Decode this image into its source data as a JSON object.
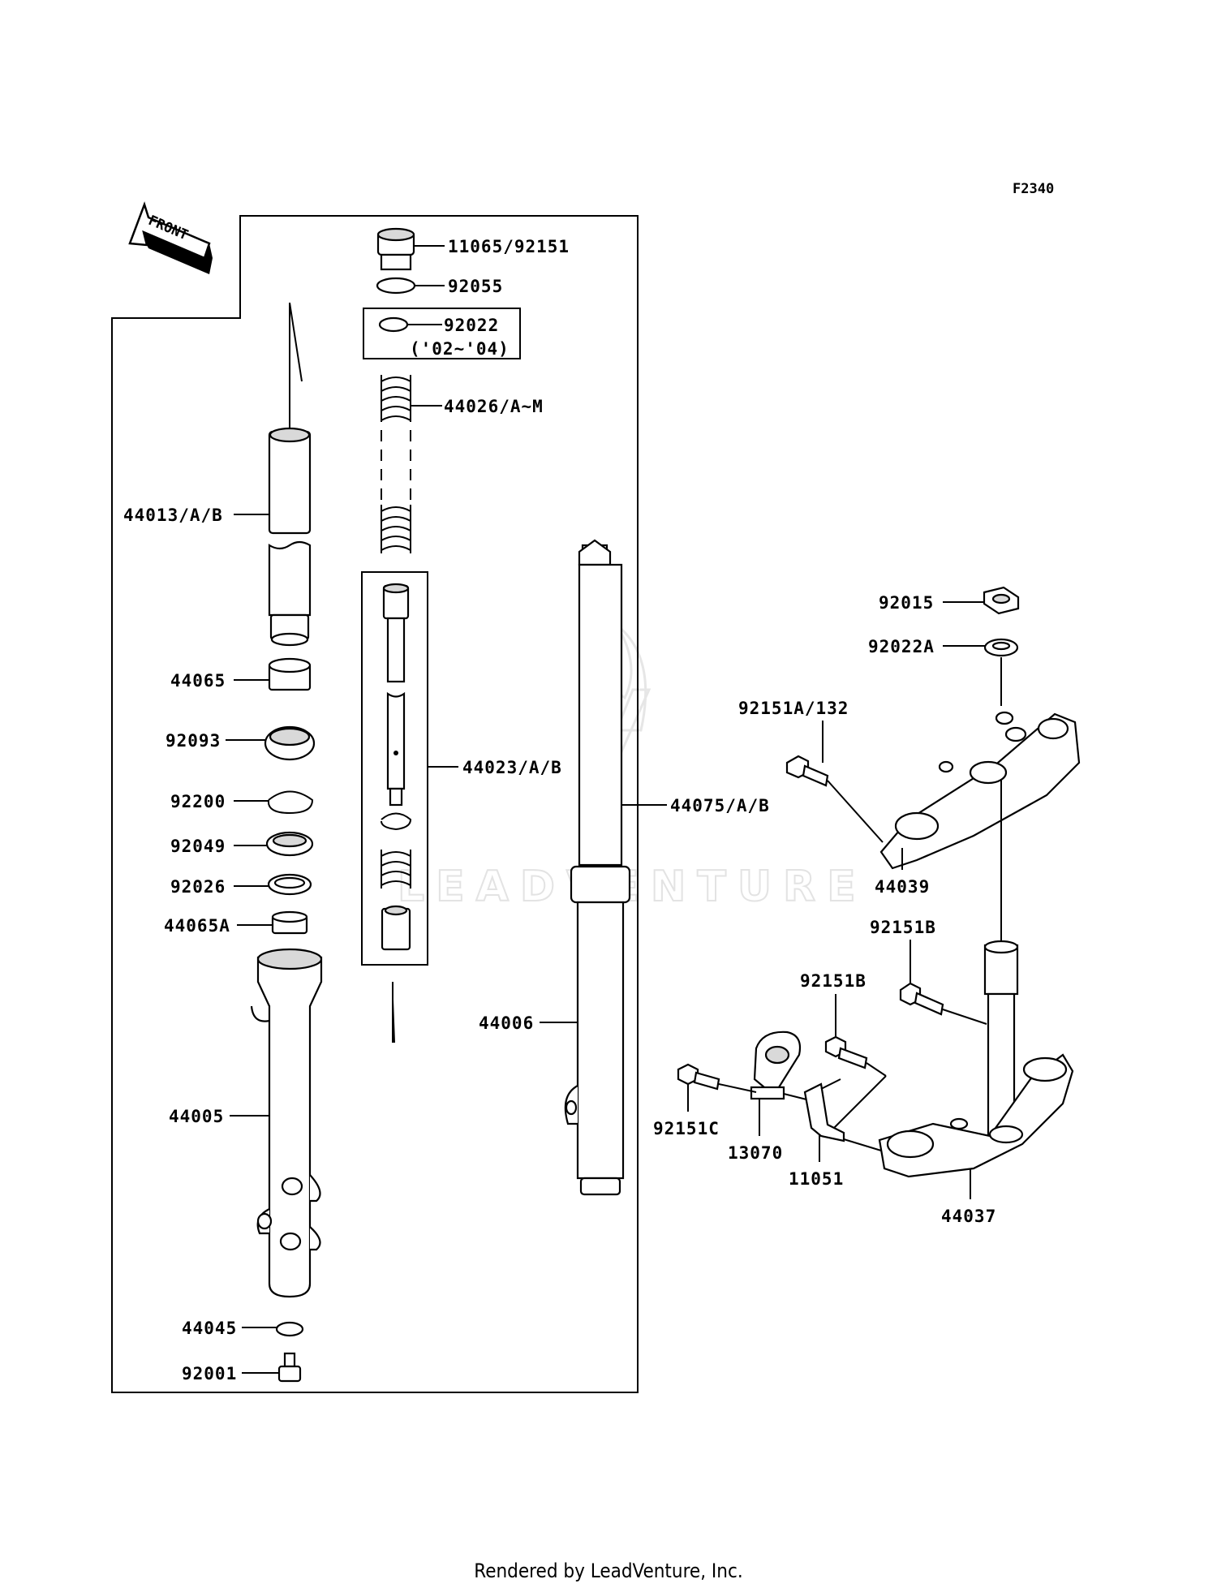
{
  "diagram_code": "F2340",
  "direction_arrow": "FRONT",
  "watermark": "LEADVENTURE",
  "footer": "Rendered by LeadVenture, Inc.",
  "parts": [
    {
      "id": "p-11065-92151",
      "number": "11065/92151"
    },
    {
      "id": "p-92055",
      "number": "92055"
    },
    {
      "id": "p-92022",
      "number": "92022"
    },
    {
      "id": "p-92022-years",
      "number": "('02~'04)"
    },
    {
      "id": "p-44026",
      "number": "44026/A~M"
    },
    {
      "id": "p-44013",
      "number": "44013/A/B"
    },
    {
      "id": "p-44065",
      "number": "44065"
    },
    {
      "id": "p-92093",
      "number": "92093"
    },
    {
      "id": "p-92200",
      "number": "92200"
    },
    {
      "id": "p-92049",
      "number": "92049"
    },
    {
      "id": "p-92026",
      "number": "92026"
    },
    {
      "id": "p-44065A",
      "number": "44065A"
    },
    {
      "id": "p-44005",
      "number": "44005"
    },
    {
      "id": "p-44045",
      "number": "44045"
    },
    {
      "id": "p-92001",
      "number": "92001"
    },
    {
      "id": "p-44023",
      "number": "44023/A/B"
    },
    {
      "id": "p-44075",
      "number": "44075/A/B"
    },
    {
      "id": "p-44006",
      "number": "44006"
    },
    {
      "id": "p-92015",
      "number": "92015"
    },
    {
      "id": "p-92022A",
      "number": "92022A"
    },
    {
      "id": "p-92151A",
      "number": "92151A/132"
    },
    {
      "id": "p-44039",
      "number": "44039"
    },
    {
      "id": "p-92151B-1",
      "number": "92151B"
    },
    {
      "id": "p-92151B-2",
      "number": "92151B"
    },
    {
      "id": "p-92151C",
      "number": "92151C"
    },
    {
      "id": "p-13070",
      "number": "13070"
    },
    {
      "id": "p-11051",
      "number": "11051"
    },
    {
      "id": "p-44037",
      "number": "44037"
    }
  ]
}
